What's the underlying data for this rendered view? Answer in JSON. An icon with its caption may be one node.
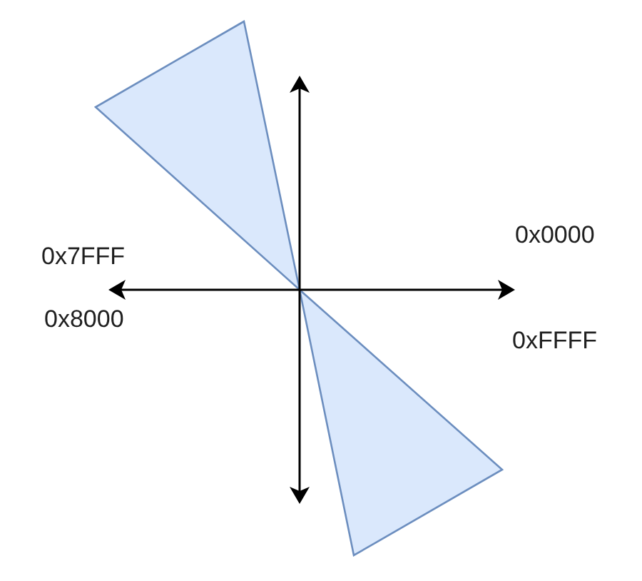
{
  "diagram": {
    "nodes": [
      {
        "text": [],
        "shape": "triangle"
      },
      {
        "text": [],
        "shape": "triangle"
      }
    ],
    "labels": [
      "0x0000",
      "0x7FFF",
      "0x8000",
      "0xFFFF"
    ]
  }
}
